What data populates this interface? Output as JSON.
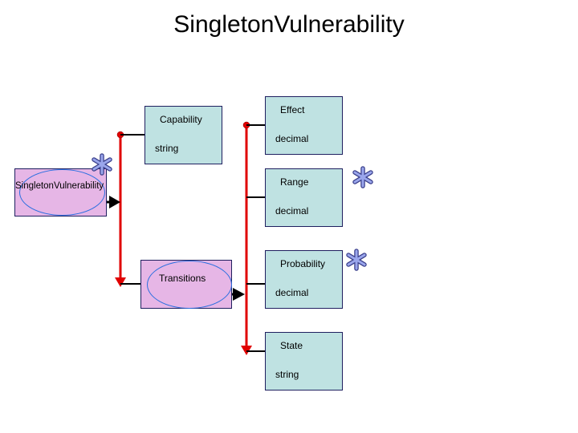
{
  "title": "SingletonVulnerability",
  "root": {
    "label": "SingletonVulnerability"
  },
  "children": [
    {
      "name": "Capability",
      "type": "string"
    },
    {
      "name": "Transitions"
    }
  ],
  "transitions_children": [
    {
      "name": "Effect",
      "type": "decimal"
    },
    {
      "name": "Range",
      "type": "decimal"
    },
    {
      "name": "Probability",
      "type": "decimal"
    },
    {
      "name": "State",
      "type": "string"
    }
  ],
  "colors": {
    "entity_fill": "#e6b6e6",
    "attribute_fill": "#bfe2e2",
    "connector": "#e00000",
    "arrow": "#000000",
    "ellipse": "#2b6fe0",
    "multiplicity_star": "#6a78c8"
  },
  "icons": [
    "multiplicity-star-icon"
  ]
}
